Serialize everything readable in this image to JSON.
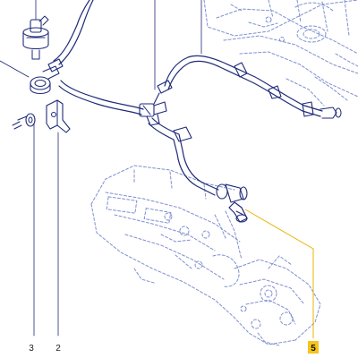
{
  "callouts": [
    {
      "id": "3",
      "label": "3"
    },
    {
      "id": "2",
      "label": "2"
    },
    {
      "id": "5",
      "label": "5",
      "highlighted": true
    }
  ],
  "colors": {
    "ink": "#1e2a78",
    "ghost": "#7e8fd0",
    "highlight": "#f5c518",
    "leader_highlight": "#e8b400"
  }
}
